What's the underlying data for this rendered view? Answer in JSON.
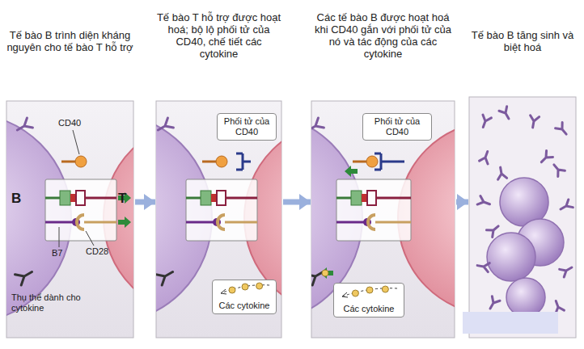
{
  "diagram": {
    "nodes": [
      {
        "text": [
          "Tế bào B trình diện kháng nguyên cho tế bào T hỗ trợ"
        ]
      },
      {
        "text": [
          "Tế bào T hỗ trợ được hoạt hoá; bộ lộ phối tử của CD40, chế tiết các cytokine"
        ]
      },
      {
        "text": [
          "Phối tử của CD40"
        ],
        "in": 1
      },
      {
        "text": [
          "Các cytokine"
        ],
        "in": 1
      },
      {
        "text": [
          "Các tế bào B được hoạt hoá khi CD40 gắn với phối tử của nó và tác động của các cytokine"
        ]
      },
      {
        "text": [
          "Phối tử của CD40"
        ],
        "in": 4
      },
      {
        "text": [
          "Các cytokine"
        ],
        "in": 4
      },
      {
        "text": [
          "Tế bào B tăng sinh và biệt hoá"
        ]
      }
    ],
    "edges": [
      {
        "from": 0,
        "to": 1,
        "arrow": "to"
      },
      {
        "from": 1,
        "to": 4,
        "arrow": "to"
      },
      {
        "from": 4,
        "to": 7,
        "arrow": "to"
      }
    ],
    "labels": [
      "B",
      "T",
      "CD40",
      "B7",
      "CD28",
      "Thụ thể dành cho cytokine"
    ]
  }
}
